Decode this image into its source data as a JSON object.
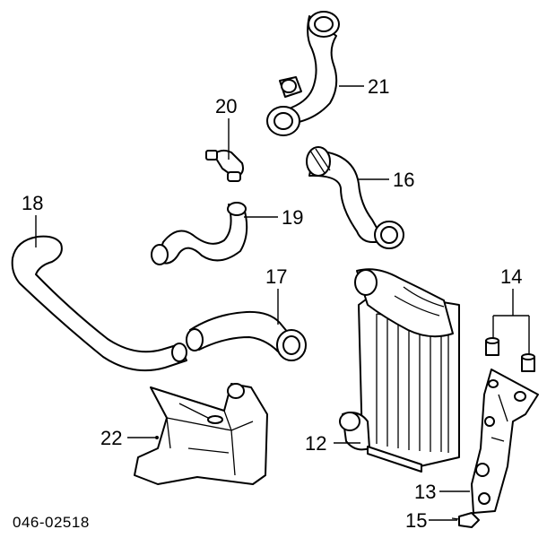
{
  "callouts": {
    "c21": "21",
    "c20": "20",
    "c16": "16",
    "c18": "18",
    "c19": "19",
    "c17": "17",
    "c14": "14",
    "c22": "22",
    "c12": "12",
    "c13": "13",
    "c15": "15"
  },
  "reference": "046-02518"
}
